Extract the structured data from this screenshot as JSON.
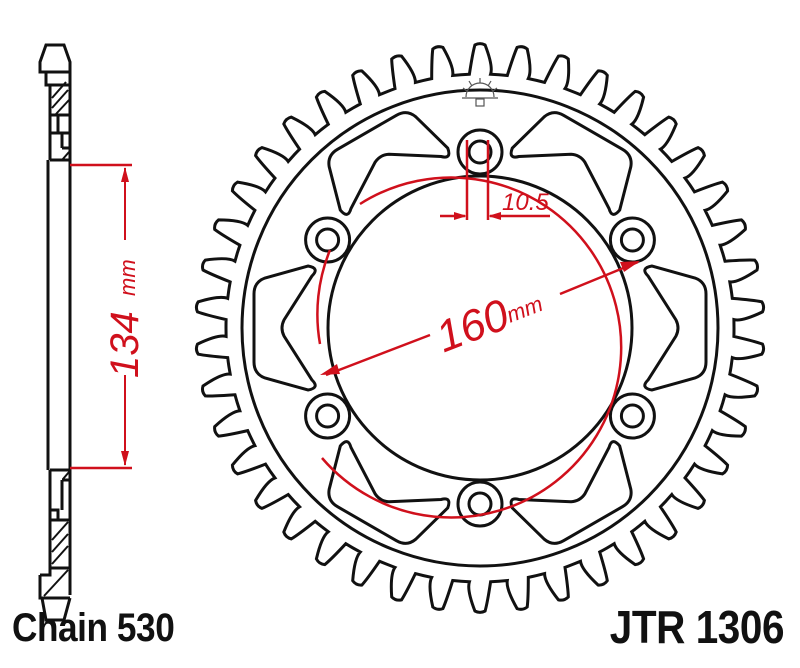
{
  "diagram": {
    "type": "rear sprocket technical drawing",
    "part_number": "JTR 1306",
    "chain_label": "Chain 530",
    "teeth_count": 42,
    "bolt_holes": 6,
    "dimensions": {
      "center_bore": {
        "value": "134",
        "unit": "mm",
        "label": "134 mm"
      },
      "pcd": {
        "value": "160",
        "unit": "mm",
        "label": "160 mm",
        "number": "160",
        "unit_text": "mm"
      },
      "bolt_hole": {
        "value": "10.5",
        "label": "10.5"
      }
    },
    "colors": {
      "line": "#111111",
      "dimension": "#d0101c",
      "background": "#ffffff"
    }
  }
}
